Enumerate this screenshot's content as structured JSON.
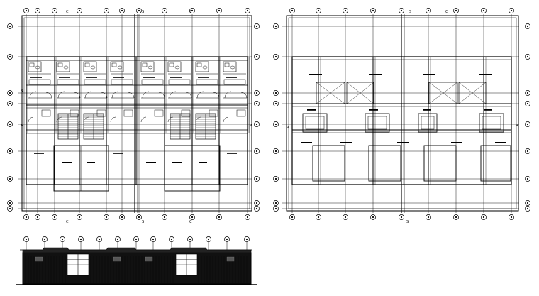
{
  "drawing": {
    "background": "#ffffff",
    "line_color": "#000000",
    "grid_letters": [
      "C",
      "S",
      "C",
      "C",
      "S",
      "C"
    ],
    "side_letters": [
      "B",
      "A"
    ]
  }
}
